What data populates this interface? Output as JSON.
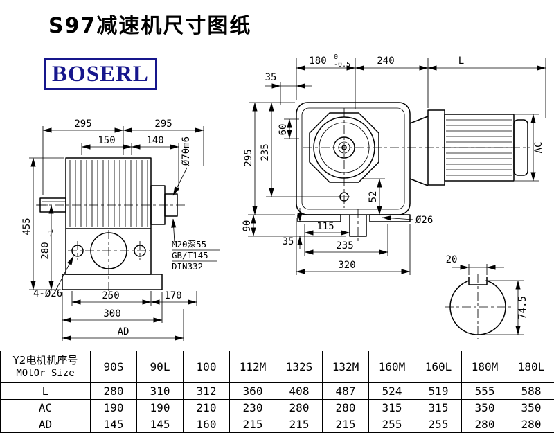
{
  "title": "S97减速机尺寸图纸",
  "logo": "BOSERL",
  "side_view": {
    "d295a": "295",
    "d295b": "295",
    "d150": "150",
    "d140": "140",
    "shaft_dia": "Ø70m6",
    "d455": "455",
    "d280": "280",
    "d280_tol": "-1",
    "holes": "4-Ø26",
    "d250": "250",
    "d170": "170",
    "d300": "300",
    "dAD": "AD",
    "note1": "M20深55",
    "note2": "GB/T145",
    "note3": "DIN332"
  },
  "front_view": {
    "d180": "180",
    "d180_tol_up": "0",
    "d180_tol_dn": "-0.5",
    "d240": "240",
    "dL": "L",
    "d35_top": "35",
    "d60": "60",
    "d295": "295",
    "d235": "235",
    "d90": "90",
    "d35_bot": "35",
    "d52": "52",
    "d115": "115",
    "d235b": "235",
    "d320": "320",
    "dia26": "Ø26",
    "dAC": "AC"
  },
  "section": {
    "d20": "20",
    "d74_5": "74.5"
  },
  "table": {
    "header_cn": "Y2电机机座号",
    "header_en": "MOtOr Size",
    "sizes": [
      "90S",
      "90L",
      "100",
      "112M",
      "132S",
      "132M",
      "160M",
      "160L",
      "180M",
      "180L"
    ],
    "rows": [
      {
        "label": "L",
        "values": [
          "280",
          "310",
          "312",
          "360",
          "408",
          "487",
          "524",
          "519",
          "555",
          "588"
        ]
      },
      {
        "label": "AC",
        "values": [
          "190",
          "190",
          "210",
          "230",
          "280",
          "280",
          "315",
          "315",
          "350",
          "350"
        ]
      },
      {
        "label": "AD",
        "values": [
          "145",
          "145",
          "160",
          "215",
          "215",
          "215",
          "255",
          "255",
          "280",
          "280"
        ]
      }
    ]
  },
  "colors": {
    "logo_blue": "#16168c",
    "line": "#000000"
  }
}
